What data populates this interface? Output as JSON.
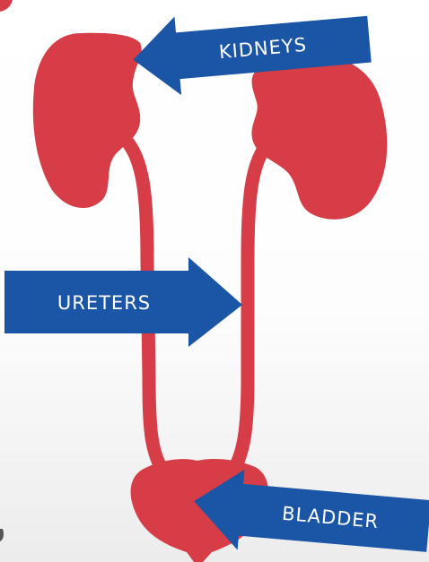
{
  "labels": {
    "kidneys": "KIDNEYS",
    "ureters": "URETERS",
    "bladder": "BLADDER"
  },
  "colors": {
    "organ": "#d63d46",
    "arrow": "#1b55a5",
    "label_text": "#ffffff",
    "background_top": "#ffffff",
    "background_bottom": "#ededed"
  }
}
